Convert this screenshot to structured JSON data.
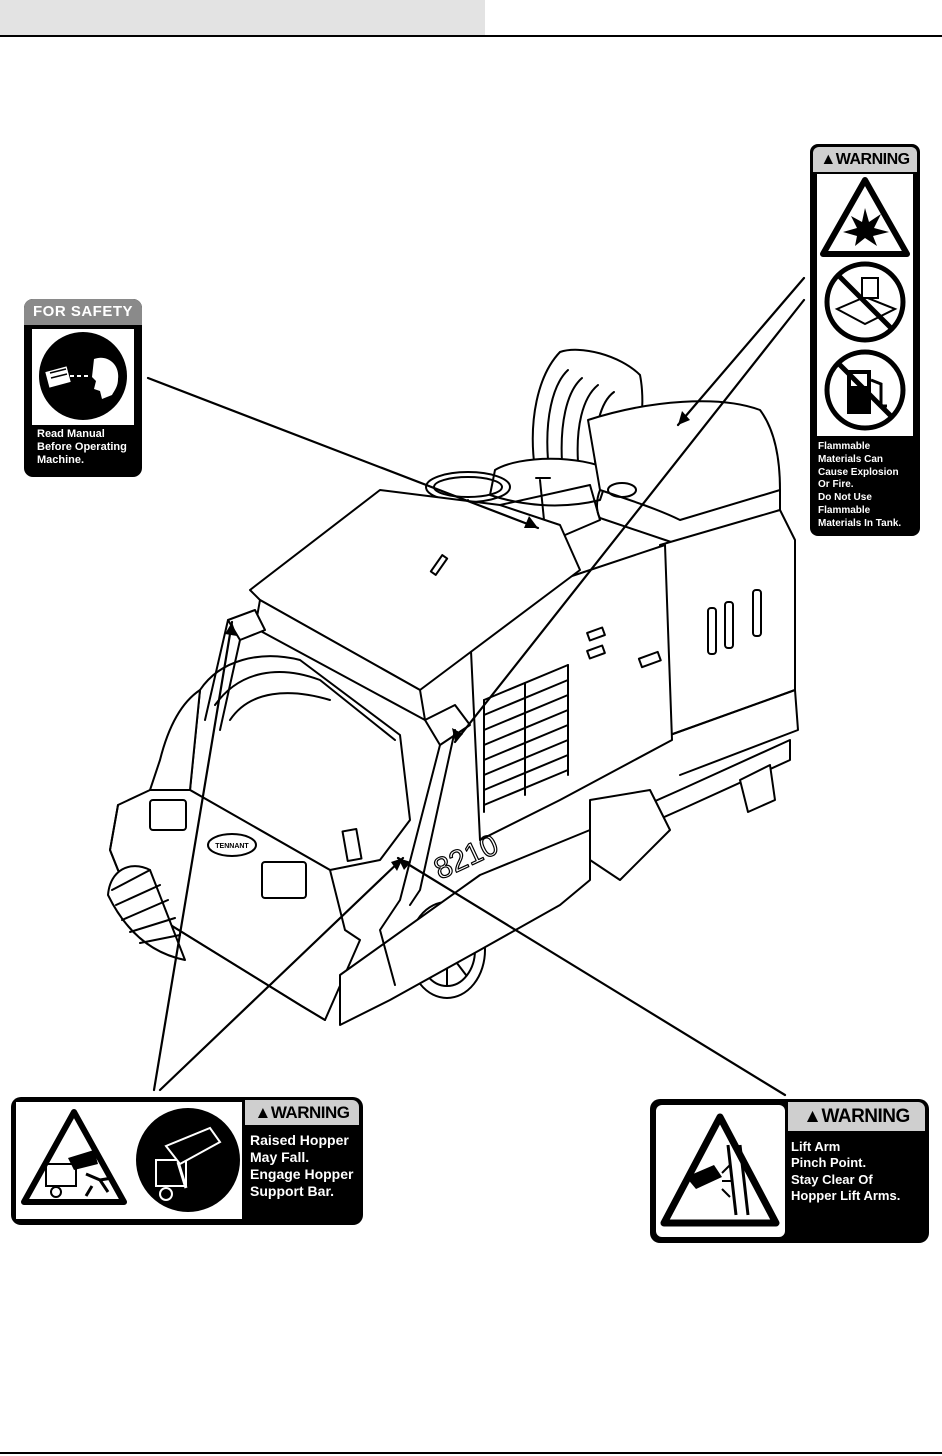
{
  "decals": {
    "for_safety": {
      "title": "FOR SAFETY",
      "text": "Read Manual\nBefore Operating\nMachine."
    },
    "flammable_warning": {
      "signal_word": "WARNING",
      "text": "Flammable\nMaterials Can\nCause Explosion\nOr Fire.\nDo Not Use\nFlammable\nMaterials In Tank."
    },
    "hopper_warning": {
      "signal_word": "WARNING",
      "text": "Raised Hopper\nMay Fall.\nEngage Hopper\nSupport Bar."
    },
    "lift_arm_warning": {
      "signal_word": "WARNING",
      "text": "Lift Arm\nPinch Point.\nStay Clear Of\nHopper Lift Arms."
    }
  },
  "machine": {
    "model_number": "8210",
    "brand_badge": "TENNANT"
  },
  "icons": {
    "hazard": "warning-triangle-icon",
    "manual": "read-manual-icon",
    "explosion": "explosion-icon",
    "no_flammable": "no-flammable-icon",
    "no_fuel": "no-fuel-pump-icon",
    "hopper": "hopper-fall-icon",
    "pinch": "pinch-point-icon"
  },
  "colors": {
    "ink": "#000000",
    "band": "#cfcfcf",
    "header": "#e3e3e3"
  }
}
